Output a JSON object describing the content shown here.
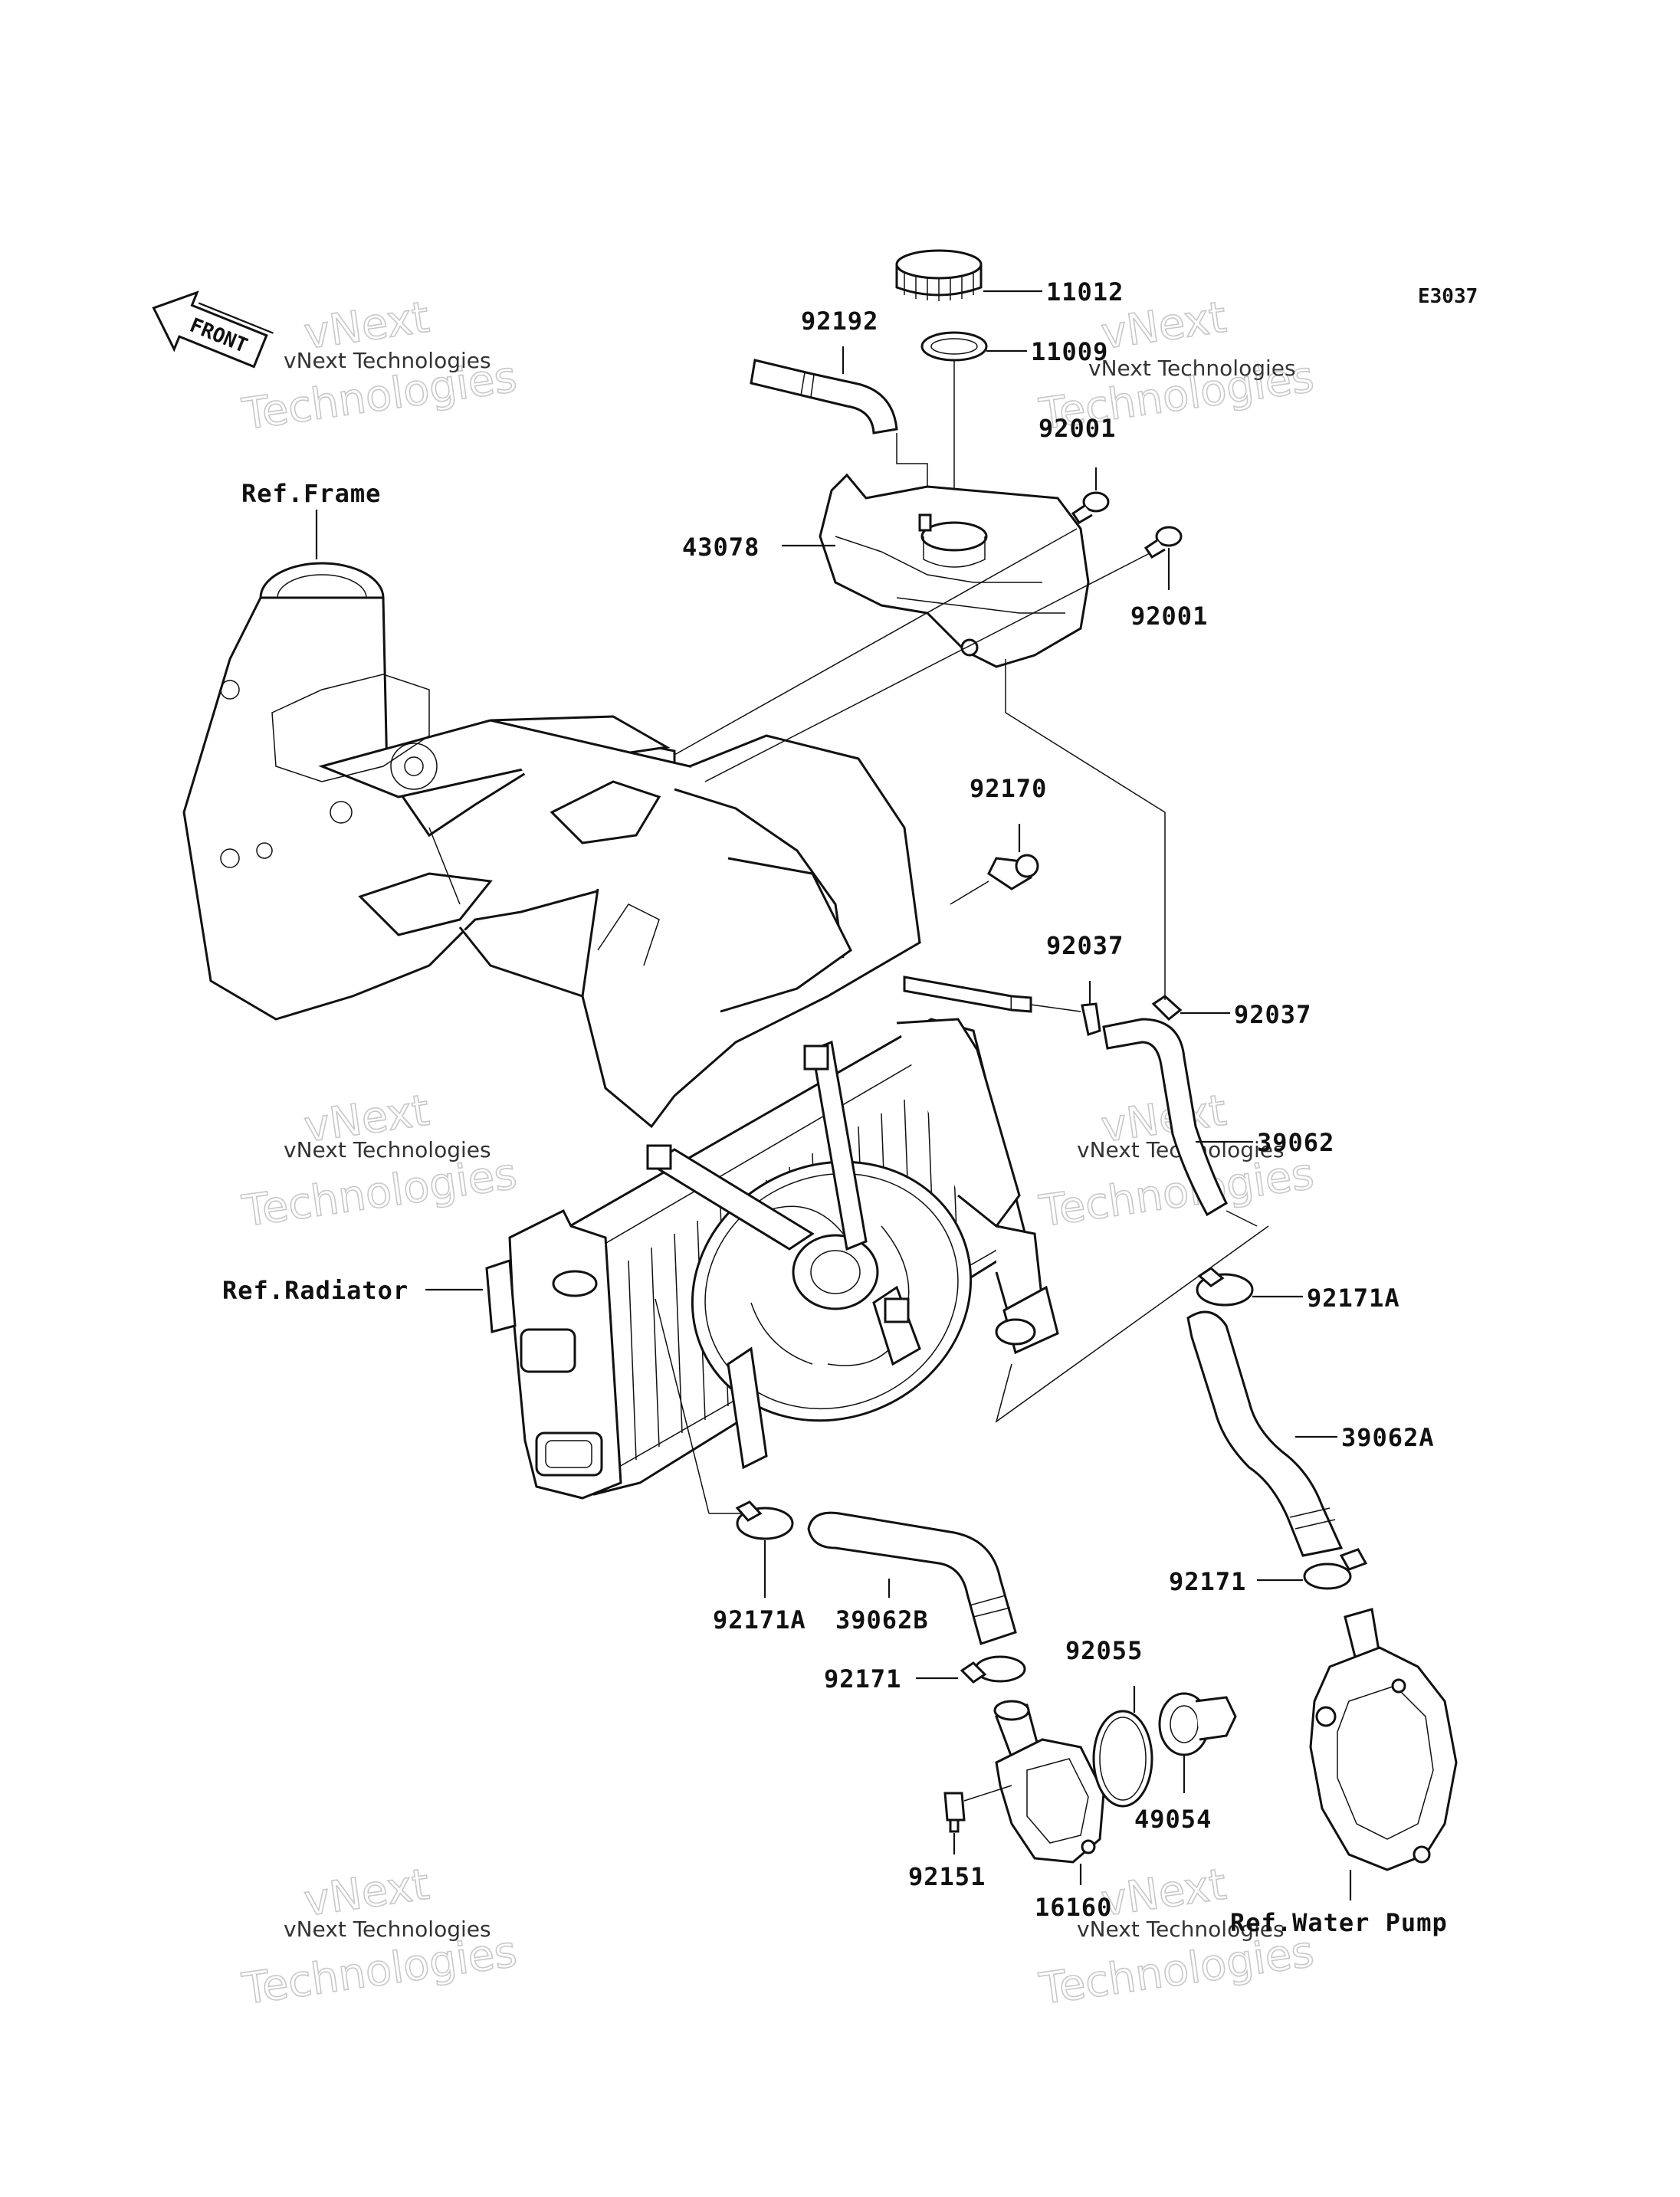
{
  "diagram_code": "E3037",
  "front_label": "FRONT",
  "watermark": {
    "line1": "vNext Technologies",
    "line2": "vNext",
    "line3": "Technologies"
  },
  "labels": {
    "p11012": "11012",
    "p92192": "92192",
    "p11009": "11009",
    "p92001a": "92001",
    "p92001b": "92001",
    "p43078": "43078",
    "ref_frame": "Ref.Frame",
    "p92170": "92170",
    "p92037a": "92037",
    "p92037b": "92037",
    "p39062": "39062",
    "ref_radiator": "Ref.Radiator",
    "p92171A_a": "92171A",
    "p39062A": "39062A",
    "p92171a": "92171",
    "p92171A_b": "92171A",
    "p39062B": "39062B",
    "p92171b": "92171",
    "p92055": "92055",
    "p49054": "49054",
    "p92151": "92151",
    "p16160": "16160",
    "ref_water_pump": "Ref.Water Pump"
  }
}
